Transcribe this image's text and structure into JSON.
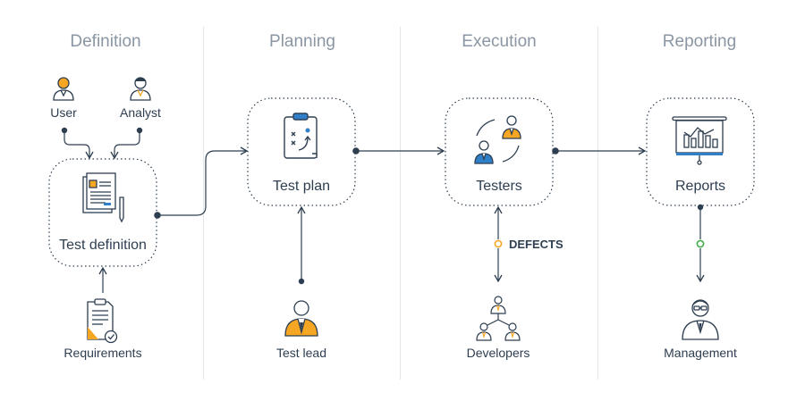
{
  "phases": [
    "Definition",
    "Planning",
    "Execution",
    "Reporting"
  ],
  "actors": {
    "user": "User",
    "analyst": "Analyst",
    "requirements": "Requirements",
    "test_lead": "Test lead",
    "developers": "Developers",
    "management": "Management"
  },
  "nodes": {
    "test_definition": "Test definition",
    "test_plan": "Test plan",
    "testers": "Testers",
    "reports": "Reports"
  },
  "defects_label": "DEFECTS",
  "colors": {
    "navy": "#2d3e50",
    "accent_orange": "#f5a623",
    "accent_blue": "#2f80c8",
    "accent_green": "#3fae49",
    "phase_title": "#8a96a3",
    "divider": "#e3e6ea"
  }
}
